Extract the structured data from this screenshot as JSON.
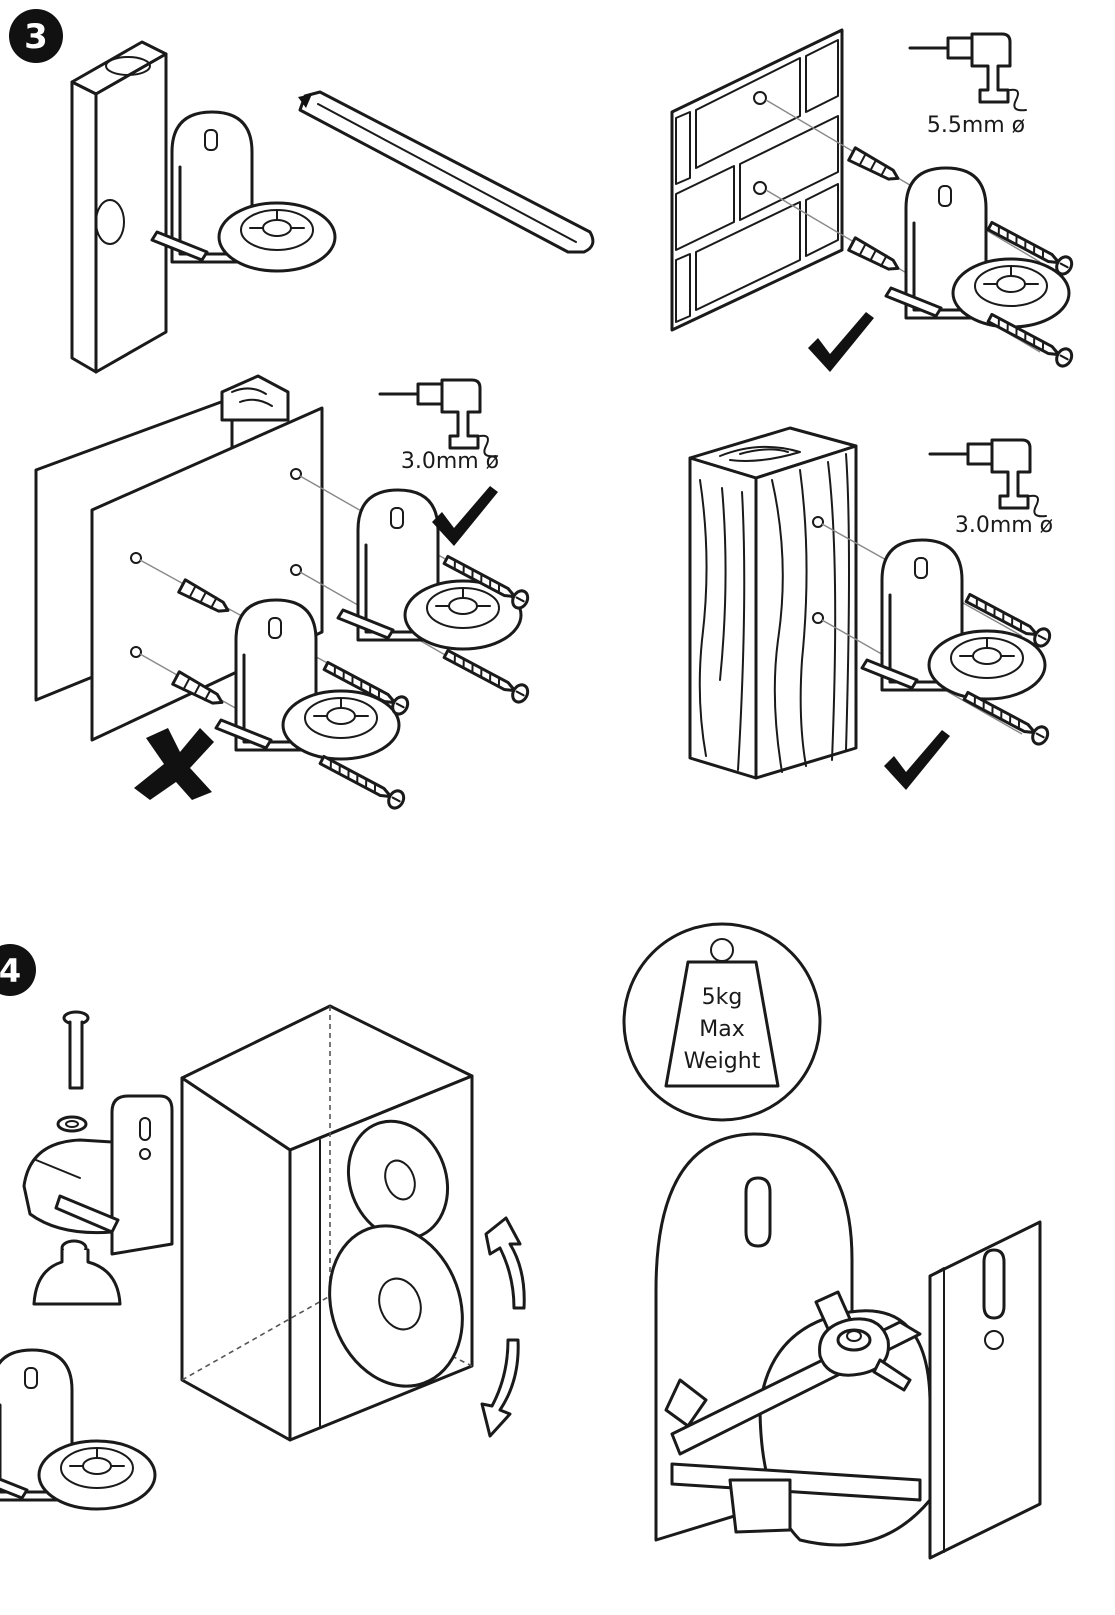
{
  "steps": {
    "step3": "3",
    "step4": "4"
  },
  "drill_specs": {
    "brick_wall": "5.5mm ø",
    "drywall": "3.0mm ø",
    "wood_post": "3.0mm ø"
  },
  "weight_badge": {
    "line1": "5kg",
    "line2": "Max",
    "line3": "Weight"
  },
  "icons": {
    "approved": "check-mark-icon",
    "rejected": "cross-mark-icon",
    "tool": "power-drill-icon",
    "rotate": "rotate-arrows-icon"
  }
}
